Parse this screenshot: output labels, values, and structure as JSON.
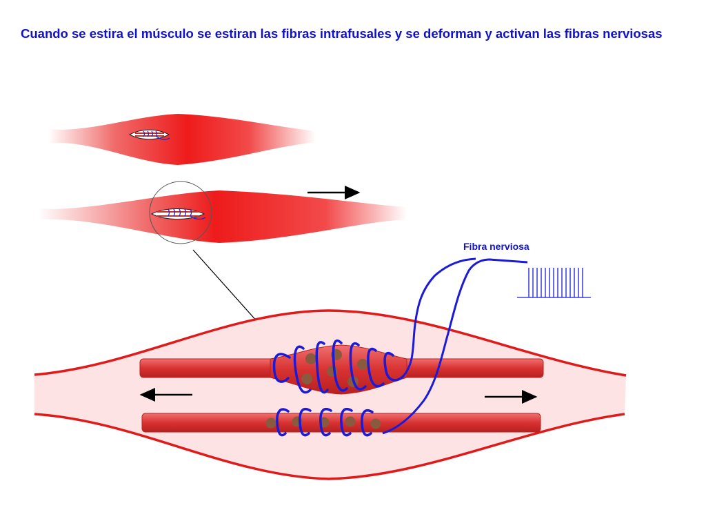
{
  "title": "Cuando se estira el músculo se estiran las fibras intrafusales y se deforman y activan las fibras nerviosas",
  "labels": {
    "nerve_fiber": "Fibra nerviosa"
  },
  "colors": {
    "title_text": "#1010d0",
    "nerve": "#1a1ad8",
    "muscle_red": "#e8101a",
    "muscle_outline": "#e01a1a",
    "muscle_fill_light": "#fde3e3",
    "intrafusal_fiber": "#d83a3a",
    "nucleus": "#8a5a3e",
    "arrow": "#000000"
  },
  "icons": {
    "stretch_arrow": "arrow-right-icon",
    "stretch_arrow_left": "arrow-left-icon"
  },
  "action_potential_spikes": 14
}
